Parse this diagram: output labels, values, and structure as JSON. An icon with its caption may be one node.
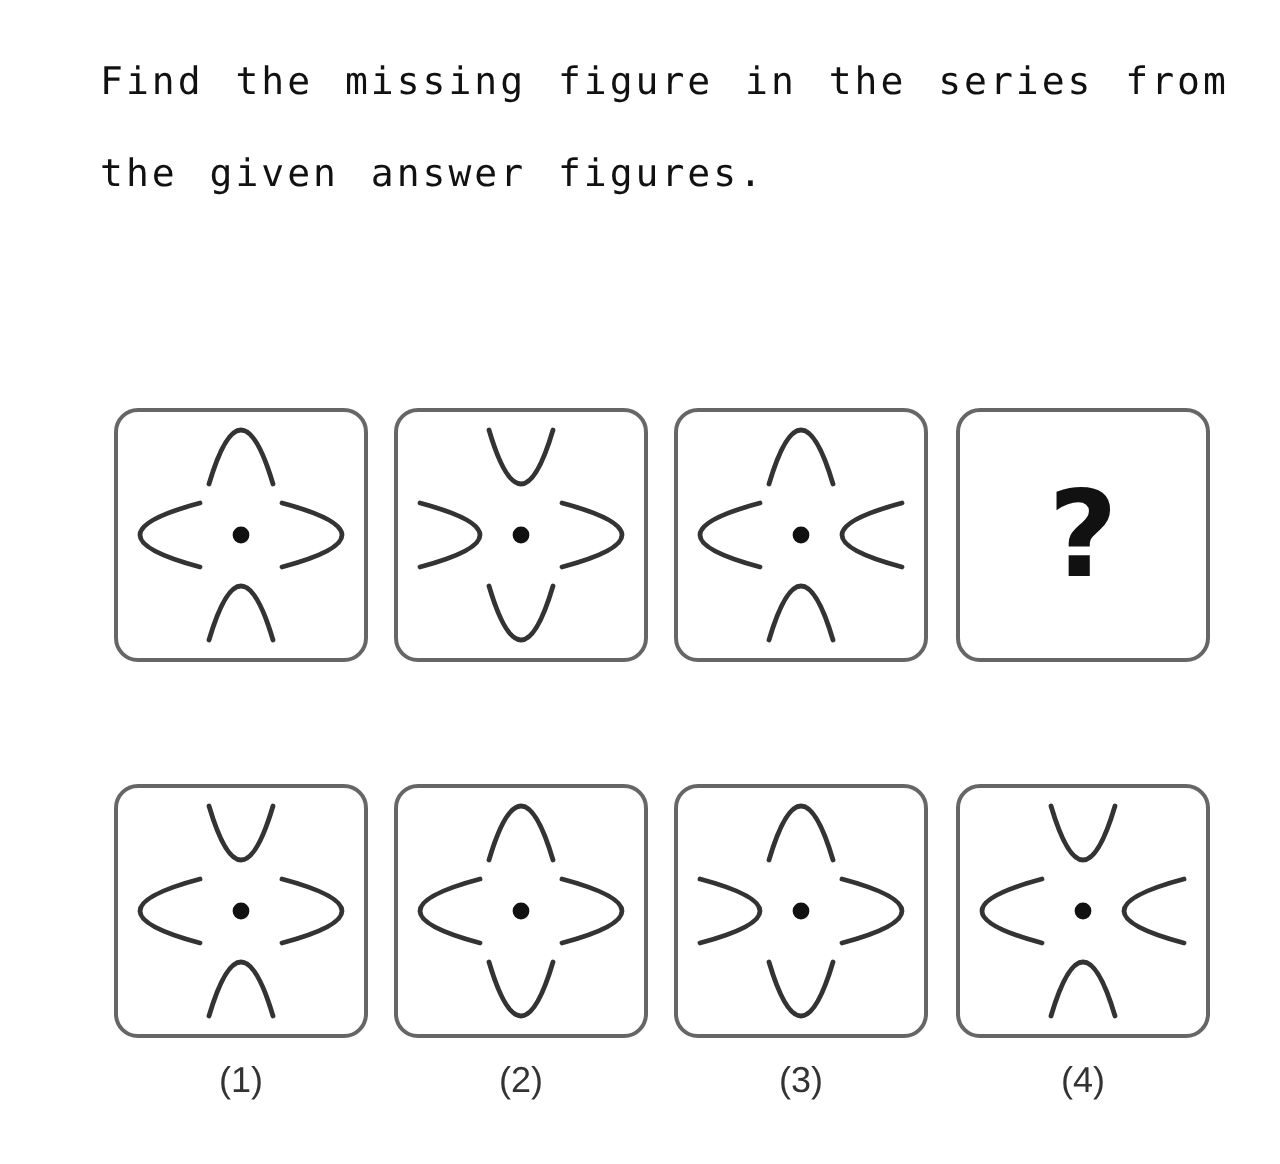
{
  "diagram": {
    "title": "Find the missing figure in the series from the given answer figures.",
    "nodes": [
      {
        "text": [],
        "shape": "picture"
      },
      {
        "text": [],
        "shape": "picture"
      },
      {
        "text": [],
        "shape": "picture"
      },
      {
        "text": [
          "?"
        ]
      },
      {
        "text": [],
        "shape": "picture",
        "beside": [
          "(1)"
        ]
      },
      {
        "text": [],
        "shape": "picture",
        "beside": [
          "(2)"
        ]
      },
      {
        "text": [],
        "shape": "picture",
        "beside": [
          "(3)"
        ]
      },
      {
        "text": [],
        "shape": "picture",
        "beside": [
          "(4)"
        ]
      }
    ]
  }
}
